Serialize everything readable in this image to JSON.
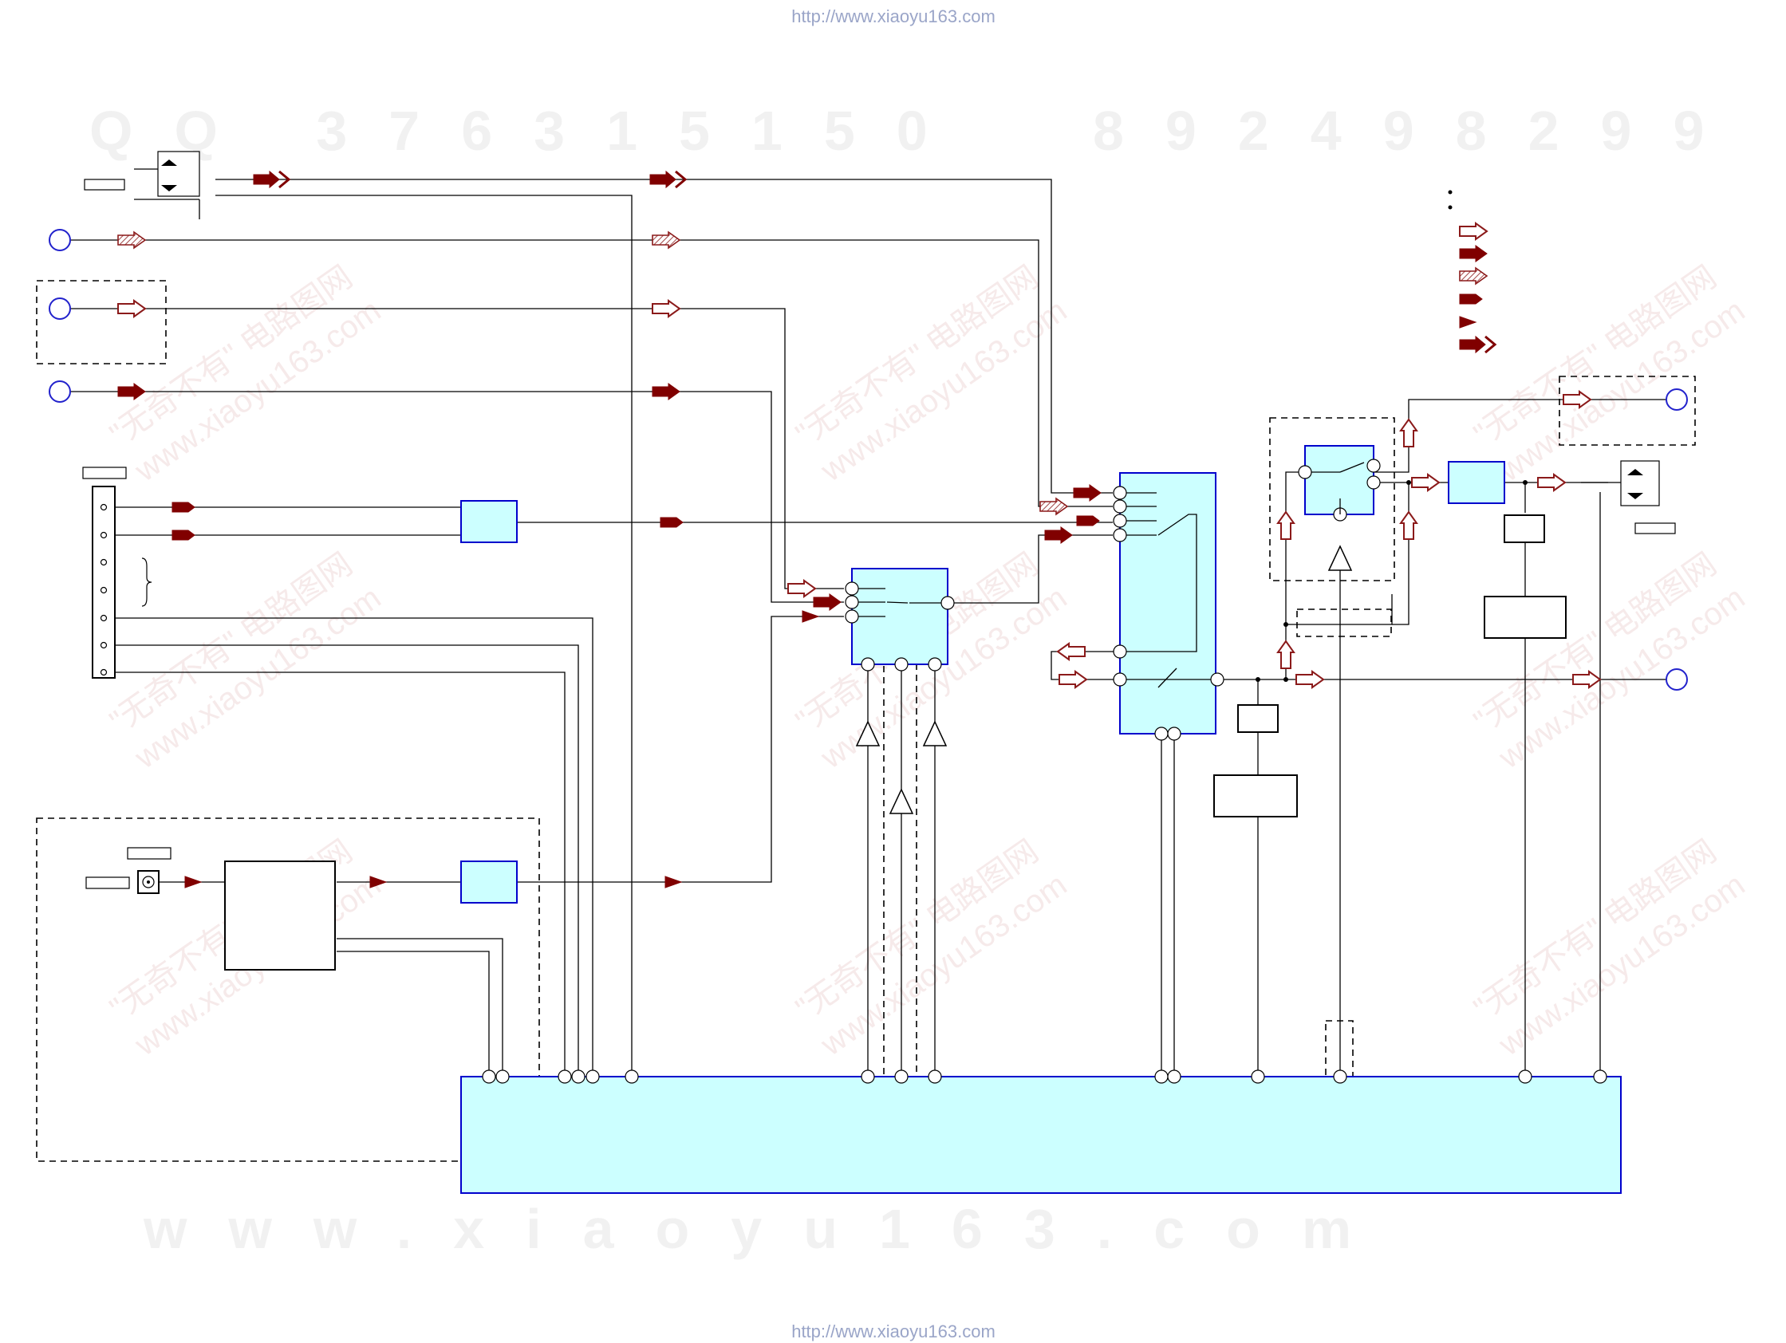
{
  "header": {
    "url_top": "http://www.xiaoyu163.com"
  },
  "footer": {
    "url_bottom": "http://www.xiaoyu163.com"
  },
  "watermarks": {
    "qq": "QQ 376315150",
    "phone": "892498299",
    "site": "www.xiaoyu163.com",
    "diag_cn": "\"无奇不有\" 电路图网",
    "diag_url": "www.xiaoyu163.com"
  },
  "legend": {
    "symbols": [
      "hollow-arrow",
      "solid-arrow",
      "hatched-arrow",
      "solid-pentagon",
      "small-triangle",
      "double-solid-arrow"
    ]
  },
  "colors": {
    "ic_fill": "#ccffff",
    "ic_border": "#0000cc",
    "signal_arrow": "#800000",
    "jack_outline": "#2222cc",
    "url_text": "#9aa5c8"
  }
}
